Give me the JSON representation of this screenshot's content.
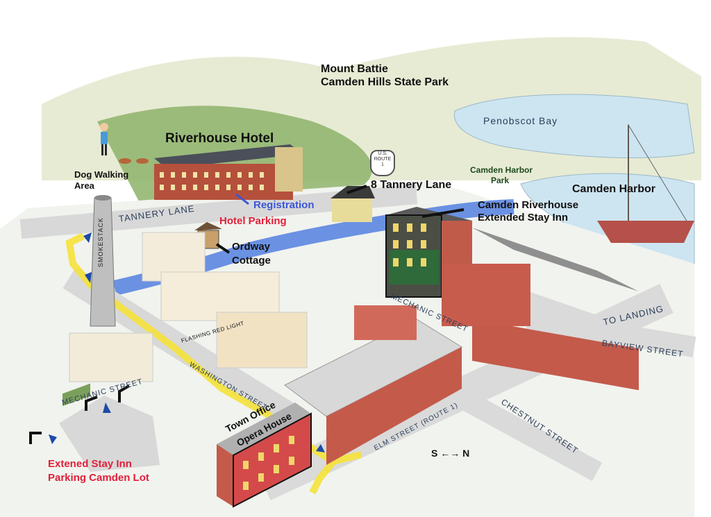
{
  "labels": {
    "hotel": "Riverhouse Hotel",
    "mountain_line1": "Mount Battie",
    "mountain_line2": "Camden Hills State Park",
    "bay": "Penobscot Bay",
    "harbor_park_line1": "Camden Harbor",
    "harbor_park_line2": "Park",
    "harbor": "Camden Harbor",
    "tannery8": "8 Tannery Lane",
    "camden_riverhouse_line1": "Camden Riverhouse",
    "camden_riverhouse_line2": "Extended Stay Inn",
    "dog_line1": "Dog Walking",
    "dog_line2": "Area",
    "registration": "Registration",
    "hotel_parking": "Hotel Parking",
    "ordway_line1": "Ordway",
    "ordway_line2": "Cottage",
    "tannery_lane": "TANNERY LANE",
    "smokestack": "SMOKESTACK",
    "flashing_red_light": "FLASHING RED LIGHT",
    "washington_street": "WASHINGTON STREET",
    "mechanic_street_upper": "MECHANIC STREET",
    "mechanic_street_lower": "MECHANIC STREET",
    "to_landing": "TO LANDING",
    "bayview_street": "BAYVIEW STREET",
    "elm_street": "ELM STREET (ROUTE 1)",
    "chestnut_street": "CHESTNUT STREET",
    "compass": "S ←→ N",
    "town_office_line1": "Town Office",
    "town_office_line2": "Opera House",
    "extended_parking_line1": "Extened Stay Inn",
    "extended_parking_line2": "Parking Camden Lot",
    "route_shield_line1": "U.S.",
    "route_shield_line2": "ROUTE",
    "route_shield_line3": "1"
  },
  "colors": {
    "river": "#4a78e0",
    "route_highlight": "#f5e23a",
    "arrow": "#1d4aa8",
    "red_label": "#e0203a",
    "registration_label": "#3b56d8",
    "water": "#cfe6f2",
    "hills": "#dfe6c6"
  }
}
